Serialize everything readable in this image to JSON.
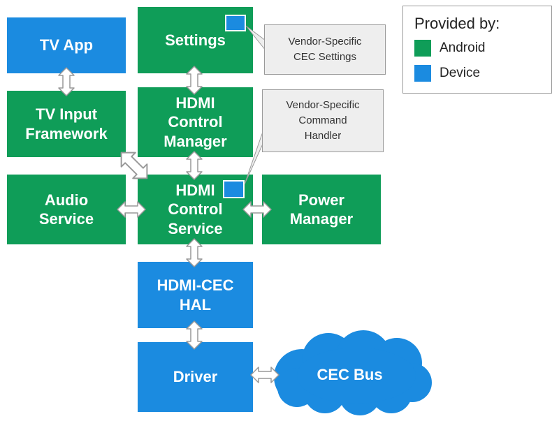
{
  "legend": {
    "title": "Provided by:",
    "items": [
      {
        "label": "Android",
        "color": "#0f9d58"
      },
      {
        "label": "Device",
        "color": "#1b8be0"
      }
    ]
  },
  "nodes": {
    "tv_app": {
      "label": "TV App",
      "provider": "Device"
    },
    "settings": {
      "label": "Settings",
      "provider": "Android"
    },
    "tv_input_framework": {
      "label": "TV Input\nFramework",
      "provider": "Android"
    },
    "hdmi_control_manager": {
      "label": "HDMI\nControl\nManager",
      "provider": "Android"
    },
    "audio_service": {
      "label": "Audio\nService",
      "provider": "Android"
    },
    "hdmi_control_service": {
      "label": "HDMI\nControl\nService",
      "provider": "Android"
    },
    "power_manager": {
      "label": "Power\nManager",
      "provider": "Android"
    },
    "hdmi_cec_hal": {
      "label": "HDMI-CEC\nHAL",
      "provider": "Device"
    },
    "driver": {
      "label": "Driver",
      "provider": "Device"
    },
    "cec_bus": {
      "label": "CEC Bus",
      "provider": "Device"
    }
  },
  "callouts": {
    "cec_settings": {
      "text": "Vendor-Specific\nCEC Settings"
    },
    "command_handler": {
      "text": "Vendor-Specific\nCommand\nHandler"
    }
  },
  "colors": {
    "android_green": "#0f9d58",
    "device_blue": "#1b8be0",
    "callout_bg": "#eeeeee",
    "border_gray": "#999999",
    "arrow_fill": "#ffffff"
  }
}
